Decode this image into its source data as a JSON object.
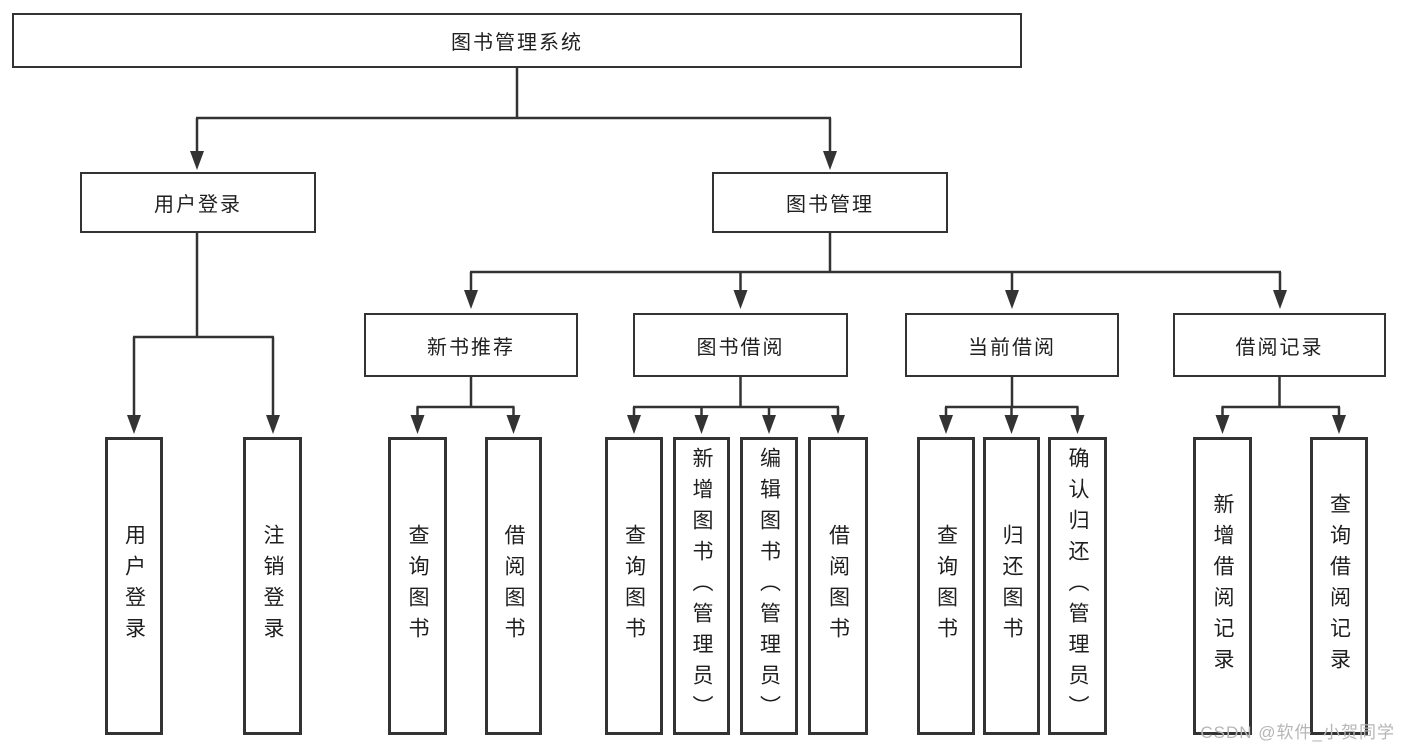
{
  "diagram": {
    "root": {
      "label": "图书管理系统"
    },
    "branches": [
      {
        "label": "用户登录",
        "children": [
          {
            "label": "用户登录"
          },
          {
            "label": "注销登录"
          }
        ]
      },
      {
        "label": "图书管理",
        "children": [
          {
            "label": "新书推荐",
            "children": [
              {
                "label": "查询图书"
              },
              {
                "label": "借阅图书"
              }
            ]
          },
          {
            "label": "图书借阅",
            "children": [
              {
                "label": "查询图书"
              },
              {
                "label": "新增图书（管理员）"
              },
              {
                "label": "编辑图书（管理员）"
              },
              {
                "label": "借阅图书"
              }
            ]
          },
          {
            "label": "当前借阅",
            "children": [
              {
                "label": "查询图书"
              },
              {
                "label": "归还图书"
              },
              {
                "label": "确认归还（管理员）"
              }
            ]
          },
          {
            "label": "借阅记录",
            "children": [
              {
                "label": "新增借阅记录"
              },
              {
                "label": "查询借阅记录"
              }
            ]
          }
        ]
      }
    ]
  },
  "watermark": {
    "text": "CSDN @软件_小贺同学"
  },
  "colors": {
    "line": "#333333",
    "text": "#1f1f1f",
    "watermark": "#b6b6b6",
    "background": "#ffffff"
  }
}
